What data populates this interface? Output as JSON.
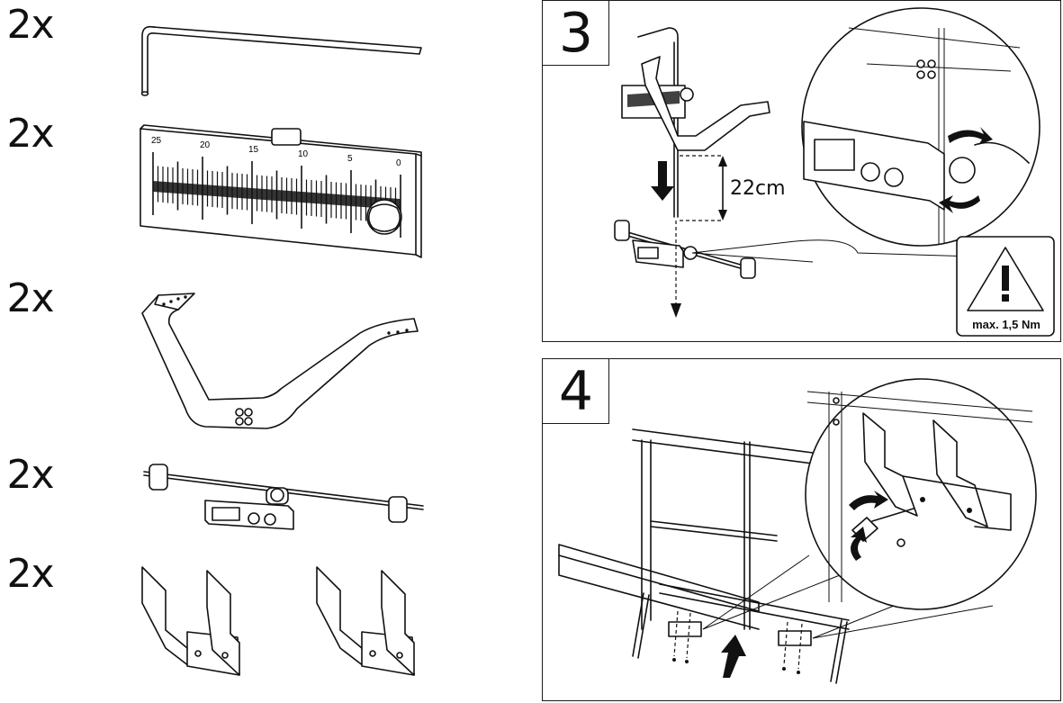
{
  "parts": [
    {
      "quantity": "2x",
      "icon": "bent-rod"
    },
    {
      "quantity": "2x",
      "icon": "scale-ruler"
    },
    {
      "quantity": "2x",
      "icon": "bent-arm"
    },
    {
      "quantity": "2x",
      "icon": "weight-bar-with-level"
    },
    {
      "quantity": "2x",
      "icon": "u-brackets"
    }
  ],
  "ruler_ticks": [
    "25",
    "20",
    "15",
    "10",
    "5",
    "0"
  ],
  "step3": {
    "number": "3",
    "measurement": "22cm",
    "warning": "max. 1,5 Nm"
  },
  "step4": {
    "number": "4"
  }
}
